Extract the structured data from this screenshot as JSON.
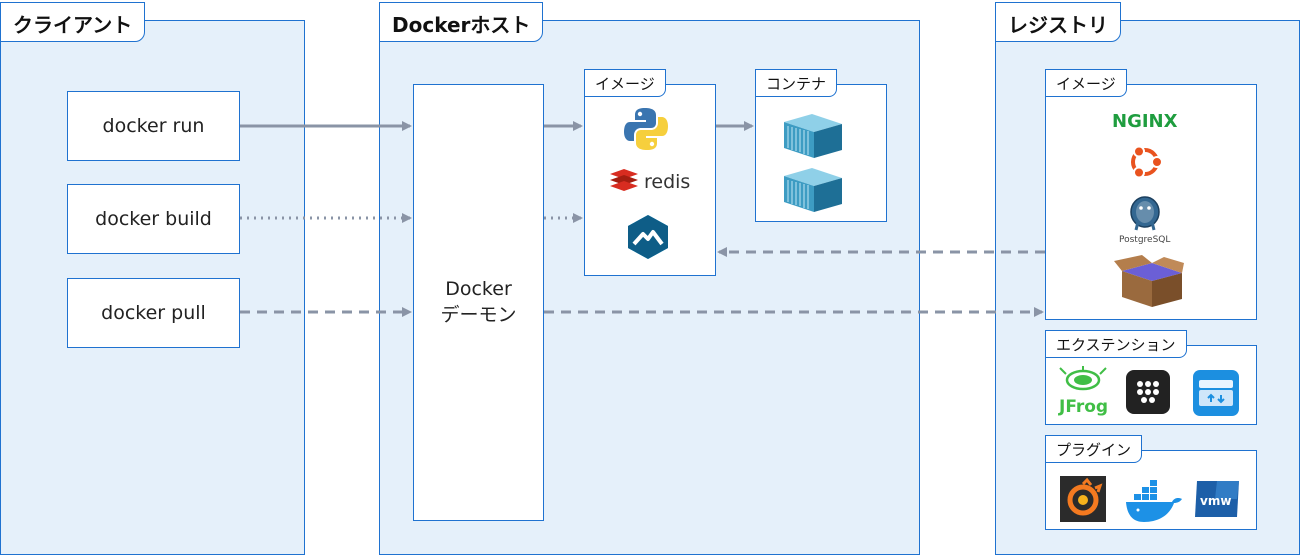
{
  "client": {
    "title": "クライアント",
    "commands": [
      "docker run",
      "docker build",
      "docker pull"
    ]
  },
  "host": {
    "title": "Dockerホスト",
    "daemon_line1": "Docker",
    "daemon_line2": "デーモン",
    "images_label": "イメージ",
    "containers_label": "コンテナ",
    "image_icons": [
      "python-icon",
      "redis-icon",
      "portainer-icon"
    ],
    "redis_text": "redis"
  },
  "registry": {
    "title": "レジストリ",
    "images_label": "イメージ",
    "image_icons": [
      "nginx-icon",
      "ubuntu-icon",
      "postgresql-icon",
      "box-icon"
    ],
    "nginx_text": "NGINX",
    "postgres_text": "PostgreSQL",
    "extensions_label": "エクステンション",
    "extension_icons": [
      "jfrog-icon",
      "dots-grid-icon",
      "registry-box-icon"
    ],
    "jfrog_text": "JFrog",
    "plugins_label": "プラグイン",
    "plugin_icons": [
      "grafana-icon",
      "docker-whale-icon",
      "vmw-icon"
    ],
    "vmw_text": "vmw"
  },
  "colors": {
    "border": "#1f72d0",
    "panel_bg": "#e5f0fa",
    "arrow": "#8a94a6"
  }
}
